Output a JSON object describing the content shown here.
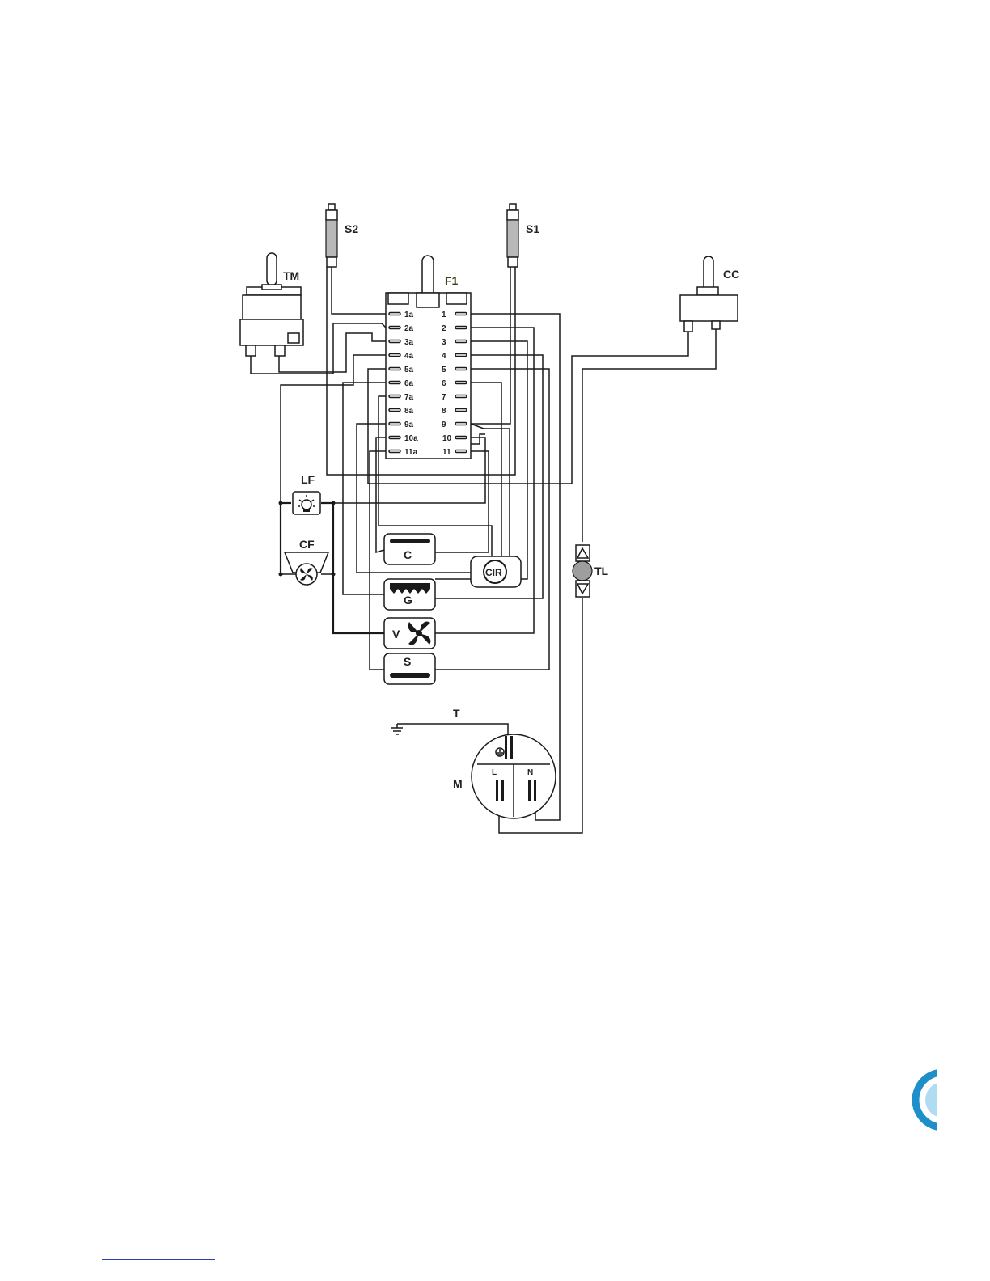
{
  "diagram": {
    "components": {
      "S2": "S2",
      "S1": "S1",
      "TM": "TM",
      "F1": "F1",
      "CC": "CC",
      "LF": "LF",
      "CF": "CF",
      "TL": "TL",
      "C": "C",
      "CIR": "CIR",
      "G": "G",
      "V": "V",
      "S": "S",
      "T": "T",
      "M": "M",
      "L": "L",
      "N": "N"
    },
    "switch_left_pins": [
      "1a",
      "2a",
      "3a",
      "4a",
      "5a",
      "6a",
      "7a",
      "8a",
      "9a",
      "10a",
      "11a"
    ],
    "switch_right_pins": [
      "1",
      "2",
      "3",
      "4",
      "5",
      "6",
      "7",
      "8",
      "9",
      "10",
      "11"
    ],
    "colors": {
      "line": "#1a1a1a",
      "lamp_fill": "#9e9e9e",
      "sensor_fill": "#b8b8b8",
      "logo": "#1e8fc9",
      "footer_link": "#2a3fb0"
    }
  }
}
